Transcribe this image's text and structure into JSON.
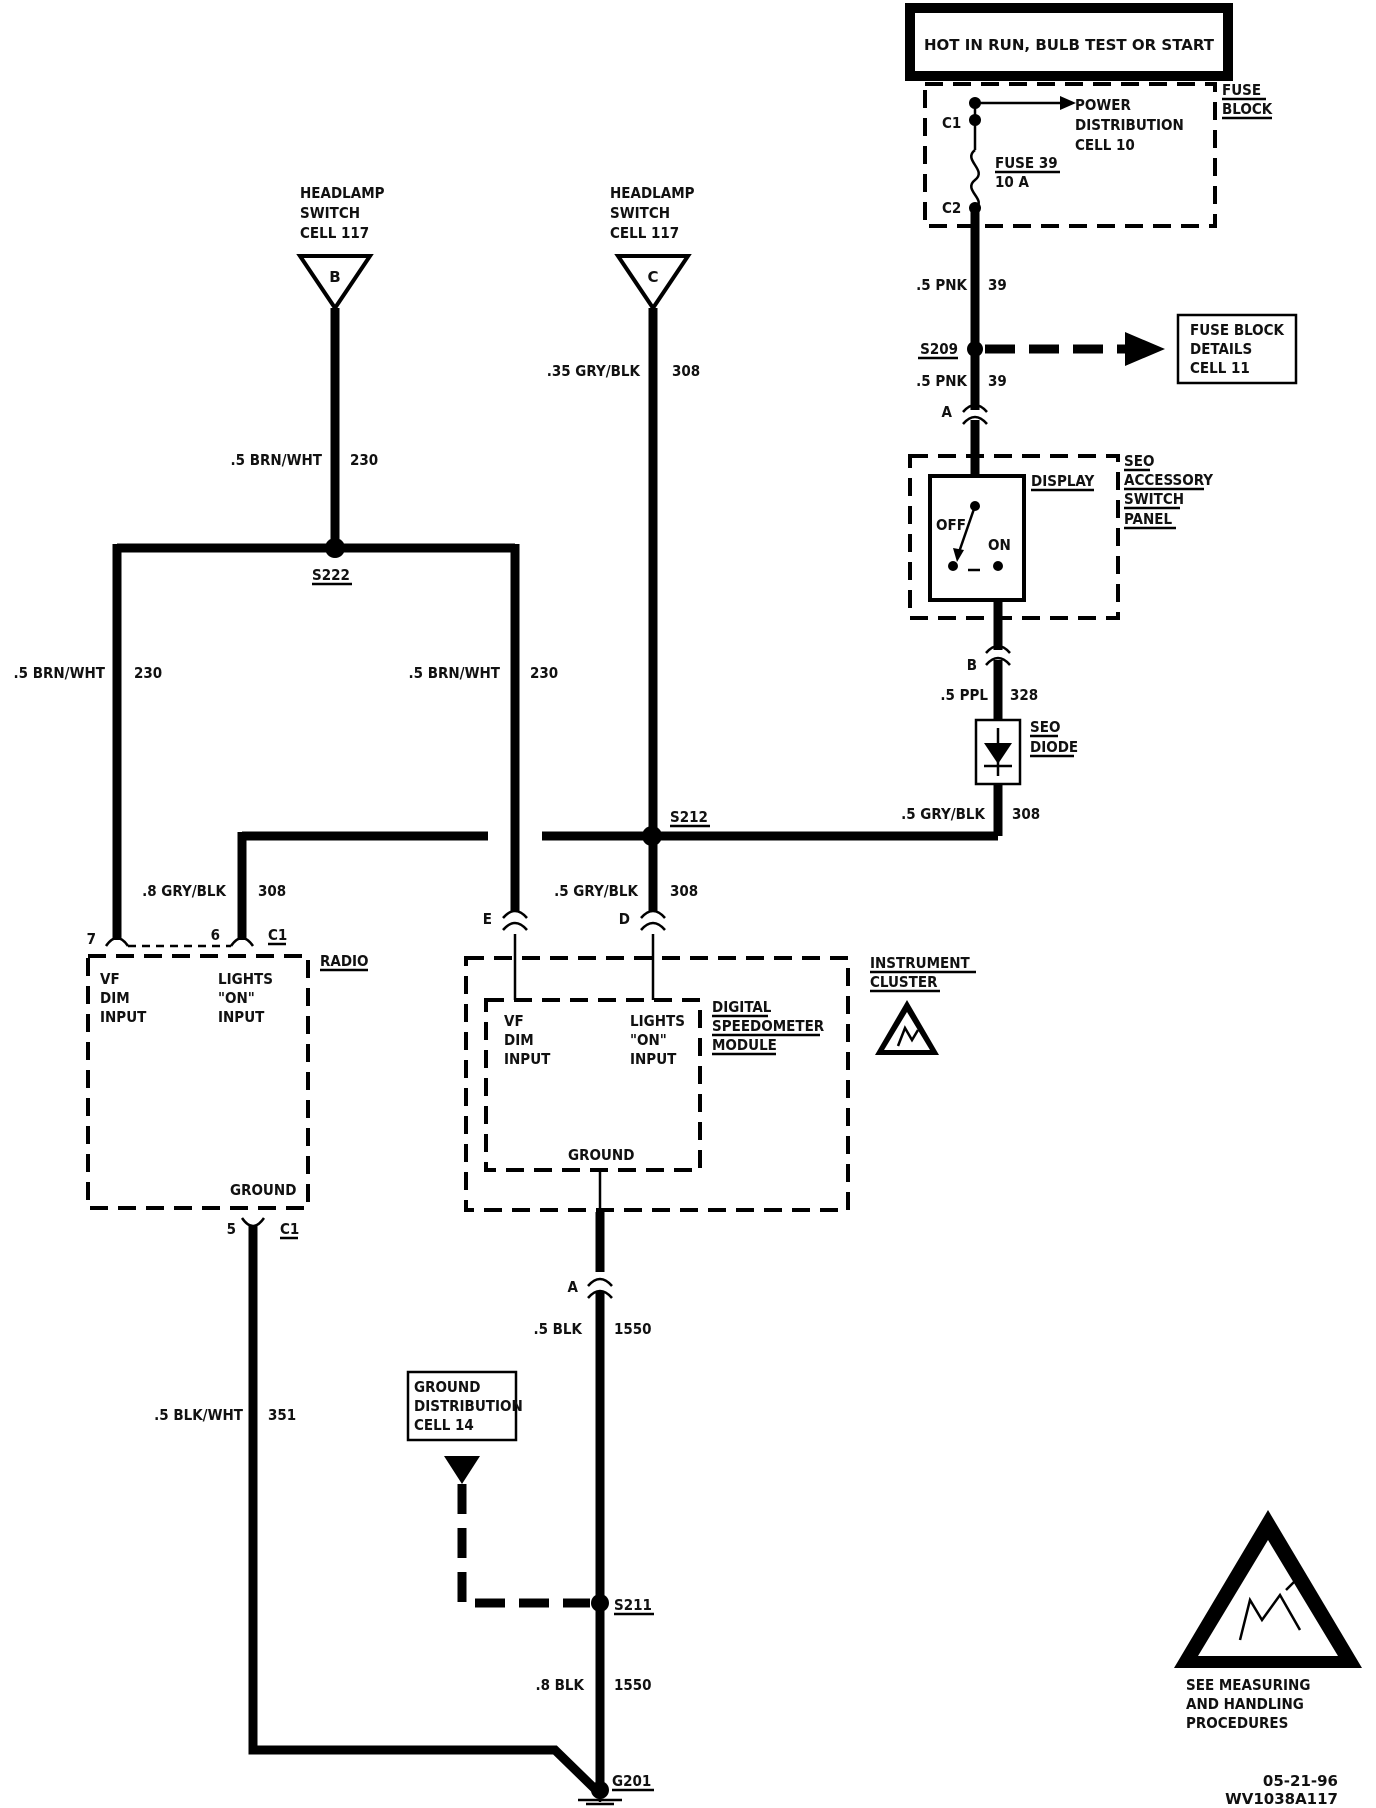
{
  "hot_box": "HOT IN RUN, BULB TEST OR START",
  "fuse_block": {
    "title_line1": "FUSE",
    "title_line2": "BLOCK",
    "c1": "C1",
    "c2": "C2",
    "power_line1": "POWER",
    "power_line2": "DISTRIBUTION",
    "power_line3": "CELL  10",
    "fuse_name": "FUSE 39",
    "fuse_rating": "10  A"
  },
  "wire_39_top": {
    "gauge": ".5 PNK",
    "circuit": "39"
  },
  "s209": "S209",
  "fuse_details": {
    "line1": "FUSE  BLOCK",
    "line2": "DETAILS",
    "line3": "CELL  11"
  },
  "wire_39_bottom": {
    "gauge": ".5 PNK",
    "circuit": "39"
  },
  "conn_a_top": "A",
  "seo_panel": {
    "line1": "SEO",
    "line2": "ACCESSORY",
    "line3": "SWITCH",
    "line4": "PANEL",
    "display": "DISPLAY",
    "off": "OFF",
    "on": "ON"
  },
  "conn_b": "B",
  "wire_328": {
    "gauge": ".5 PPL",
    "circuit": "328"
  },
  "seo_diode": {
    "line1": "SEO",
    "line2": "DIODE"
  },
  "wire_308_right": {
    "gauge": ".5  GRY/BLK",
    "circuit": "308"
  },
  "s212": "S212",
  "headlamp_b": {
    "line1": "HEADLAMP",
    "line2": "SWITCH",
    "line3": "CELL  117",
    "letter": "B"
  },
  "headlamp_c": {
    "line1": "HEADLAMP",
    "line2": "SWITCH",
    "line3": "CELL  117",
    "letter": "C"
  },
  "wire_308_top": {
    "gauge": ".35  GRY/BLK",
    "circuit": "308"
  },
  "wire_230_top": {
    "gauge": ".5  BRN/WHT",
    "circuit": "230"
  },
  "s222": "S222",
  "wire_230_left": {
    "gauge": ".5  BRN/WHT",
    "circuit": "230"
  },
  "wire_230_mid": {
    "gauge": ".5  BRN/WHT",
    "circuit": "230"
  },
  "wire_308_radio": {
    "gauge": ".8  GRY/BLK",
    "circuit": "308"
  },
  "wire_308_cluster": {
    "gauge": ".5  GRY/BLK",
    "circuit": "308"
  },
  "radio": {
    "title": "RADIO",
    "pin7": "7",
    "pin6": "6",
    "c1_top": "C1",
    "vf1": "VF",
    "vf2": "DIM",
    "vf3": "INPUT",
    "lights1": "LIGHTS",
    "lights2": "\"ON\"",
    "lights3": "INPUT",
    "ground": "GROUND",
    "pin5": "5",
    "c1_bottom": "C1"
  },
  "cluster": {
    "title1": "INSTRUMENT",
    "title2": "CLUSTER",
    "pin_e": "E",
    "pin_d": "D",
    "module1": "DIGITAL",
    "module2": "SPEEDOMETER",
    "module3": "MODULE",
    "vf1": "VF",
    "vf2": "DIM",
    "vf3": "INPUT",
    "lights1": "LIGHTS",
    "lights2": "\"ON\"",
    "lights3": "INPUT",
    "ground": "GROUND"
  },
  "conn_a_bottom": "A",
  "wire_1550_top": {
    "gauge": ".5  BLK",
    "circuit": "1550"
  },
  "wire_351": {
    "gauge": ".5 BLK/WHT",
    "circuit": "351"
  },
  "ground_dist": {
    "line1": "GROUND",
    "line2": "DISTRIBUTION",
    "line3": "CELL  14"
  },
  "s211": "S211",
  "wire_1550_bottom": {
    "gauge": ".8 BLK",
    "circuit": "1550"
  },
  "g201": "G201",
  "esd_note": {
    "line1": "SEE MEASURING",
    "line2": "AND HANDLING",
    "line3": "PROCEDURES"
  },
  "footer": {
    "date": "05-21-96",
    "code": "WV1038A117"
  }
}
